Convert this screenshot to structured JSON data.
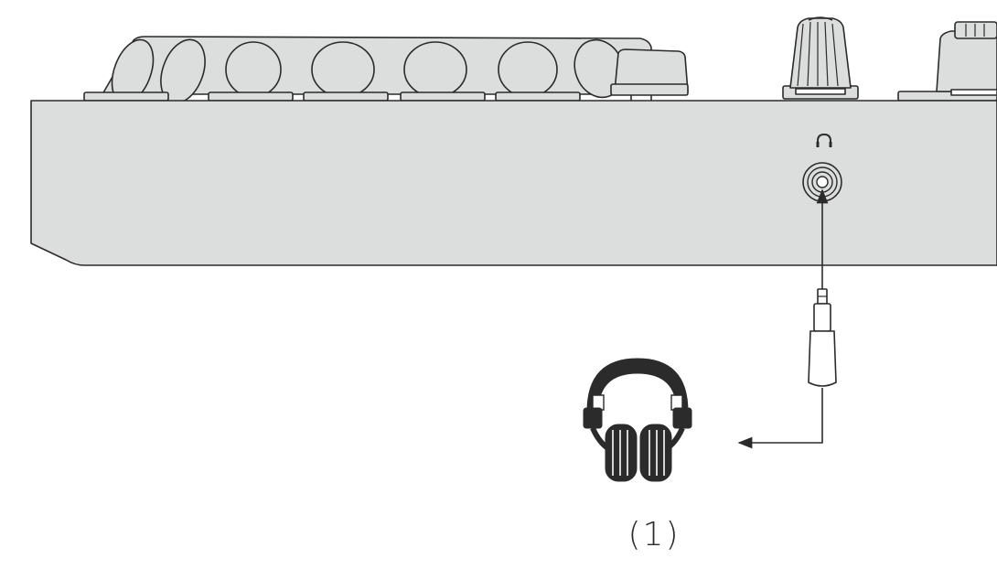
{
  "diagram": {
    "callout_label": "(1)",
    "items": [
      {
        "name": "dj-controller",
        "icon": "controller-side-view"
      },
      {
        "name": "headphones-jack",
        "icon": "headphone-symbol-icon"
      },
      {
        "name": "headphone-cable",
        "icon": "audio-plug-icon"
      },
      {
        "name": "headphones",
        "icon": "headphones-icon"
      }
    ]
  },
  "colors": {
    "body_fill": "#dcdddd",
    "outline": "#2b2b2b",
    "highlight": "#ffffff",
    "background": "#ffffff"
  }
}
